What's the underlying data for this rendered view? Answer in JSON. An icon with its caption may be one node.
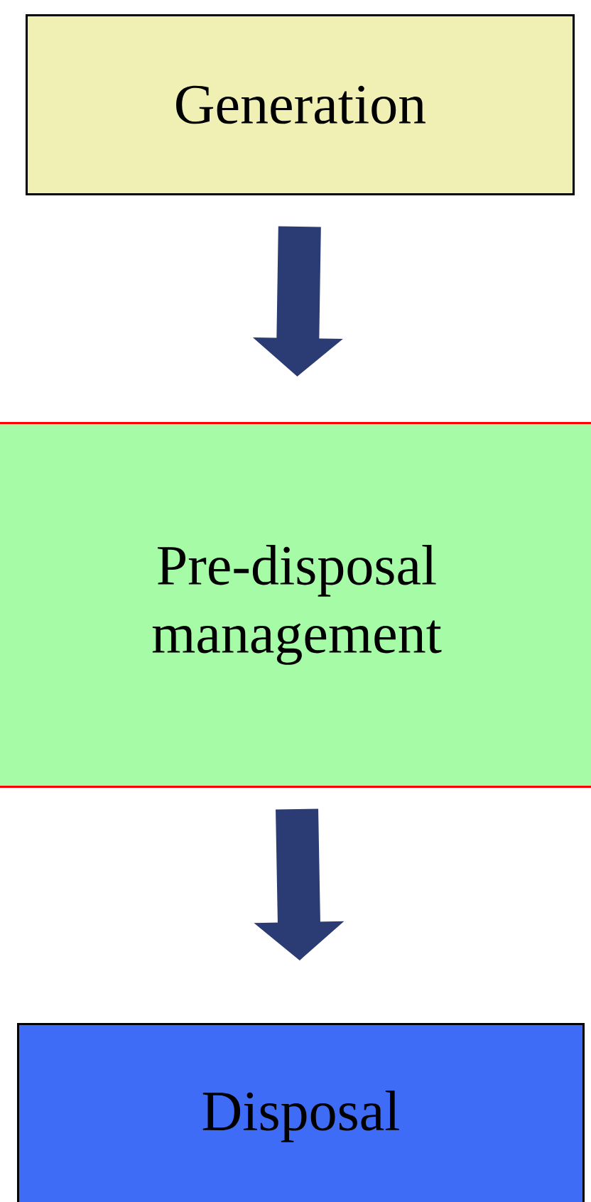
{
  "diagram": {
    "nodes": [
      {
        "text": [
          "Generation"
        ]
      },
      {
        "text": [
          "Pre-disposal management"
        ]
      },
      {
        "text": [
          "Disposal"
        ]
      }
    ],
    "edges": [
      {
        "from": 0,
        "to": 1,
        "arrow": "to"
      },
      {
        "from": 1,
        "to": 2,
        "arrow": "to"
      }
    ]
  }
}
